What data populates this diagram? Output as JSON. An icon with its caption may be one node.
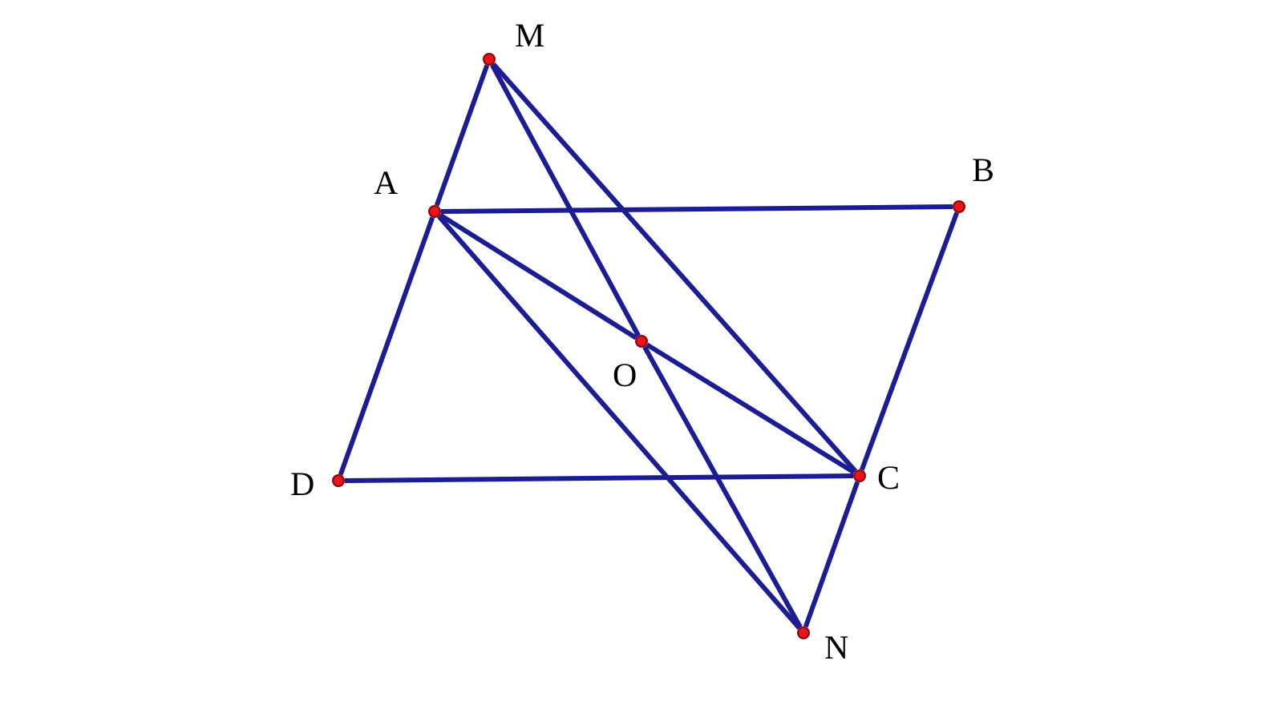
{
  "diagram": {
    "nodes": [
      {
        "text": [],
        "shape": "circle",
        "beside": [
          "M"
        ]
      },
      {
        "text": [],
        "shape": "circle",
        "beside": [
          "A"
        ]
      },
      {
        "text": [],
        "shape": "circle",
        "beside": [
          "B"
        ]
      },
      {
        "text": [],
        "shape": "circle",
        "beside": [
          "O"
        ]
      },
      {
        "text": [],
        "shape": "circle",
        "beside": [
          "D"
        ]
      },
      {
        "text": [],
        "shape": "circle",
        "beside": [
          "C"
        ]
      },
      {
        "text": [],
        "shape": "circle",
        "beside": [
          "N"
        ]
      }
    ],
    "edges": [
      {
        "from": 0,
        "to": 1,
        "arrow": "none"
      },
      {
        "from": 1,
        "to": 4,
        "arrow": "none"
      },
      {
        "from": 1,
        "to": 2,
        "arrow": "none"
      },
      {
        "from": 2,
        "to": 5,
        "arrow": "none"
      },
      {
        "from": 5,
        "to": 6,
        "arrow": "none"
      },
      {
        "from": 4,
        "to": 5,
        "arrow": "none"
      },
      {
        "from": 0,
        "to": 3,
        "arrow": "none"
      },
      {
        "from": 3,
        "to": 6,
        "arrow": "none"
      },
      {
        "from": 1,
        "to": 3,
        "arrow": "none"
      },
      {
        "from": 3,
        "to": 5,
        "arrow": "none"
      },
      {
        "from": 0,
        "to": 5,
        "arrow": "none"
      },
      {
        "from": 1,
        "to": 6,
        "arrow": "none"
      }
    ]
  }
}
